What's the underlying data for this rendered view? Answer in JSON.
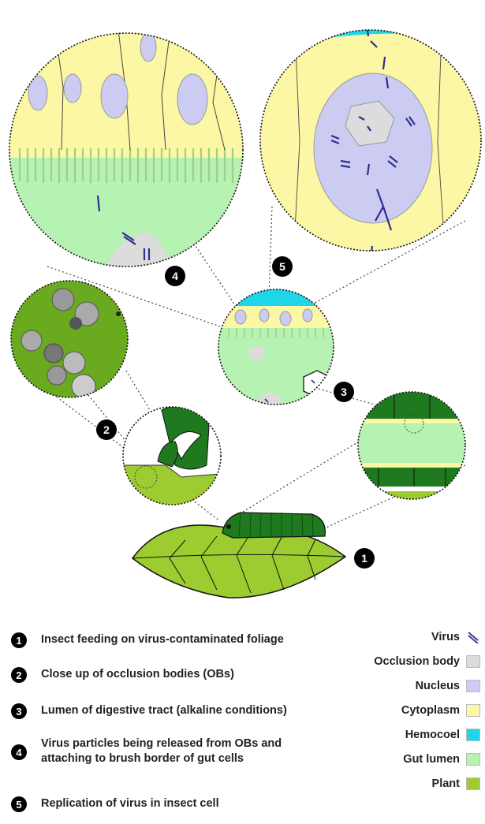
{
  "steps": [
    {
      "number": "1",
      "text": "Insect feeding on virus-contaminated foliage"
    },
    {
      "number": "2",
      "text": "Close up of occlusion bodies (OBs)"
    },
    {
      "number": "3",
      "text": "Lumen of digestive tract (alkaline conditions)"
    },
    {
      "number": "4",
      "text": "Virus particles being released from OBs and attaching to brush border of gut cells"
    },
    {
      "number": "5",
      "text": "Replication of virus in insect cell"
    }
  ],
  "legend": [
    {
      "label": "Virus",
      "color": "#3b3b9e",
      "icon": "virus-icon"
    },
    {
      "label": "Occlusion body",
      "color": "#dcdcdc"
    },
    {
      "label": "Nucleus",
      "color": "#ccccf2"
    },
    {
      "label": "Cytoplasm",
      "color": "#fbf7a4"
    },
    {
      "label": "Hemocoel",
      "color": "#1ed6e8"
    },
    {
      "label": "Gut lumen",
      "color": "#b6f2b1"
    },
    {
      "label": "Plant",
      "color": "#9ccc2f"
    }
  ],
  "colors": {
    "virus": "#2e2e8f",
    "occlusion_body": "#dcdcdc",
    "nucleus": "#ccccf2",
    "cytoplasm": "#fbf7a4",
    "hemocoel": "#1ed6e8",
    "gut_lumen": "#b6f2b1",
    "plant": "#9ccc2f",
    "plant_dark": "#5a9a1a",
    "insect": "#1f7a1f",
    "outline": "#111111"
  }
}
